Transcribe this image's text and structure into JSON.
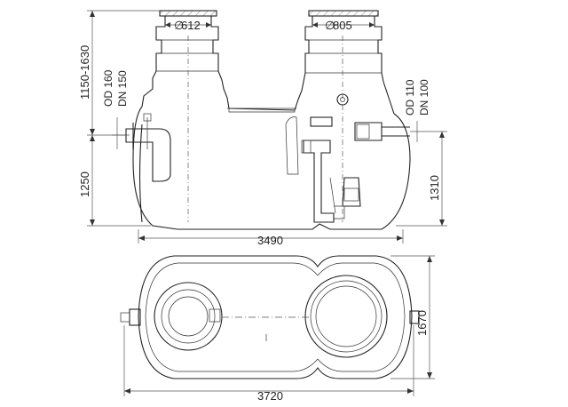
{
  "labels": {
    "dia_left": "612",
    "dia_right": "805",
    "left_h_top": "1150-1630",
    "left_h_bottom": "1250",
    "inlet_od": "OD 160",
    "inlet_dn": "DN 150",
    "outlet_od": "OD 110",
    "outlet_dn": "DN 100",
    "right_h": "1310",
    "width_top": "3490",
    "width_plan": "3720",
    "depth_plan": "1670"
  },
  "symbols": {
    "diameter": "∅"
  }
}
